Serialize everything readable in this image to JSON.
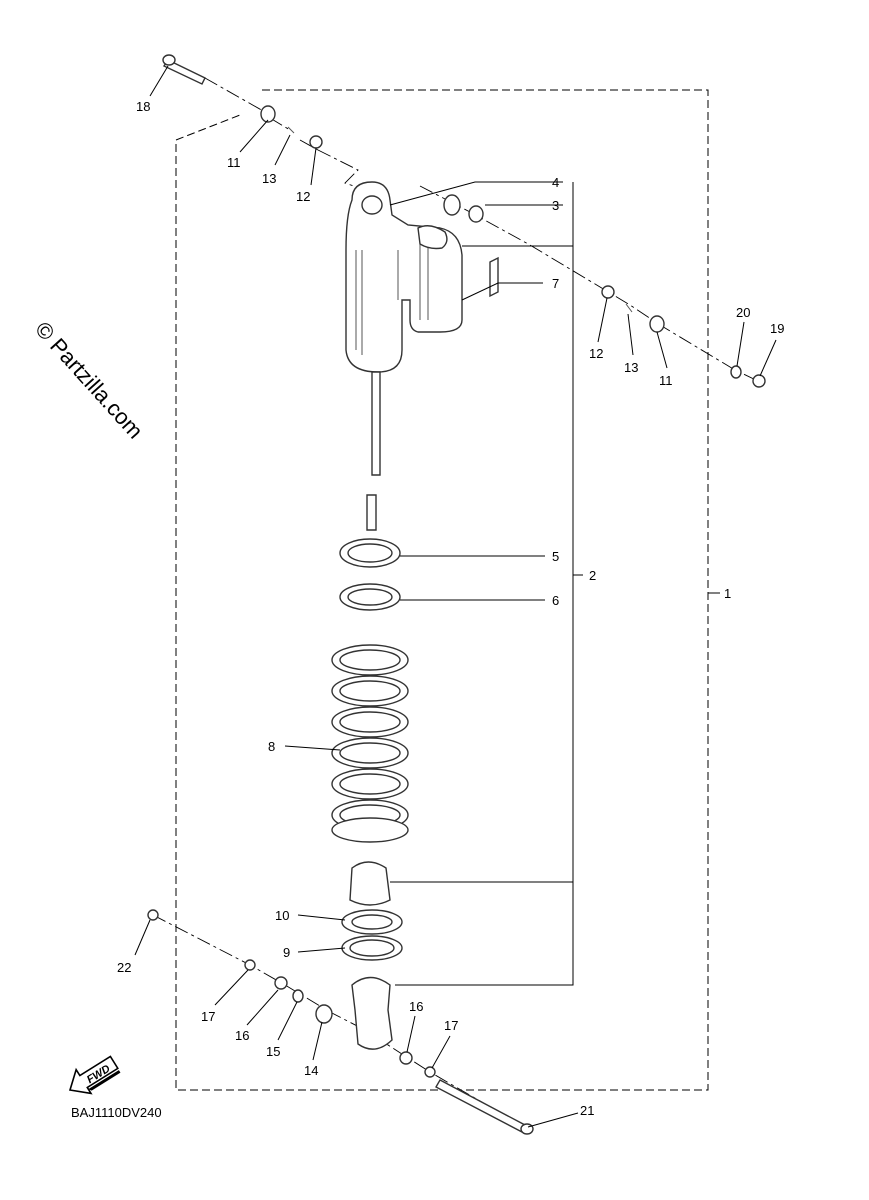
{
  "watermark": "© Partzilla.com",
  "diagram_code": "BAJ1110DV240",
  "fwd_label": "FWD",
  "callouts": [
    {
      "id": "c1",
      "text": "1"
    },
    {
      "id": "c2",
      "text": "2"
    },
    {
      "id": "c3",
      "text": "3"
    },
    {
      "id": "c4",
      "text": "4"
    },
    {
      "id": "c5",
      "text": "5"
    },
    {
      "id": "c6",
      "text": "6"
    },
    {
      "id": "c7",
      "text": "7"
    },
    {
      "id": "c8",
      "text": "8"
    },
    {
      "id": "c9",
      "text": "9"
    },
    {
      "id": "c10",
      "text": "10"
    },
    {
      "id": "c11a",
      "text": "11"
    },
    {
      "id": "c11b",
      "text": "11"
    },
    {
      "id": "c12a",
      "text": "12"
    },
    {
      "id": "c12b",
      "text": "12"
    },
    {
      "id": "c13a",
      "text": "13"
    },
    {
      "id": "c13b",
      "text": "13"
    },
    {
      "id": "c14",
      "text": "14"
    },
    {
      "id": "c15",
      "text": "15"
    },
    {
      "id": "c16a",
      "text": "16"
    },
    {
      "id": "c16b",
      "text": "16"
    },
    {
      "id": "c17a",
      "text": "17"
    },
    {
      "id": "c17b",
      "text": "17"
    },
    {
      "id": "c18",
      "text": "18"
    },
    {
      "id": "c19",
      "text": "19"
    },
    {
      "id": "c20",
      "text": "20"
    },
    {
      "id": "c21",
      "text": "21"
    },
    {
      "id": "c22",
      "text": "22"
    }
  ]
}
